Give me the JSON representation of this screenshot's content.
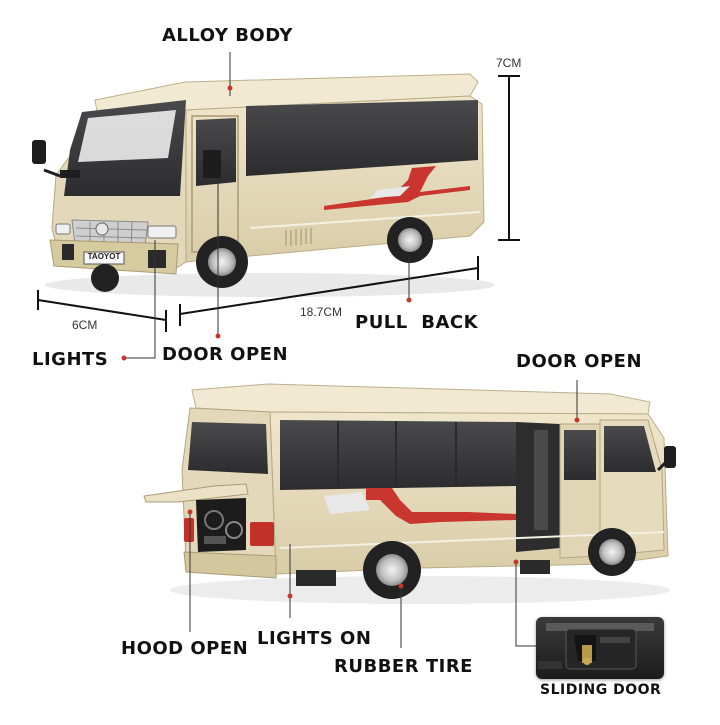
{
  "labels": {
    "alloy_body": "ALLOY BODY",
    "pull_back": "PULL  BACK",
    "lights": "LIGHTS",
    "door_open_front": "DOOR OPEN",
    "door_open_side": "DOOR OPEN",
    "hood_open": "HOOD OPEN",
    "lights_on": "LIGHTS ON",
    "rubber_tire": "RUBBER TIRE",
    "sliding_door": "SLIDING DOOR"
  },
  "dimensions": {
    "height": "7CM",
    "width": "6CM",
    "length": "18.7CM"
  },
  "plate_text": "TAOYOT",
  "colors": {
    "body": "#e6dcc0",
    "body_shade": "#cfc39f",
    "stripe": "#c9352f",
    "leader_dot": "#c0392b",
    "glass": "#3b3b3d"
  }
}
